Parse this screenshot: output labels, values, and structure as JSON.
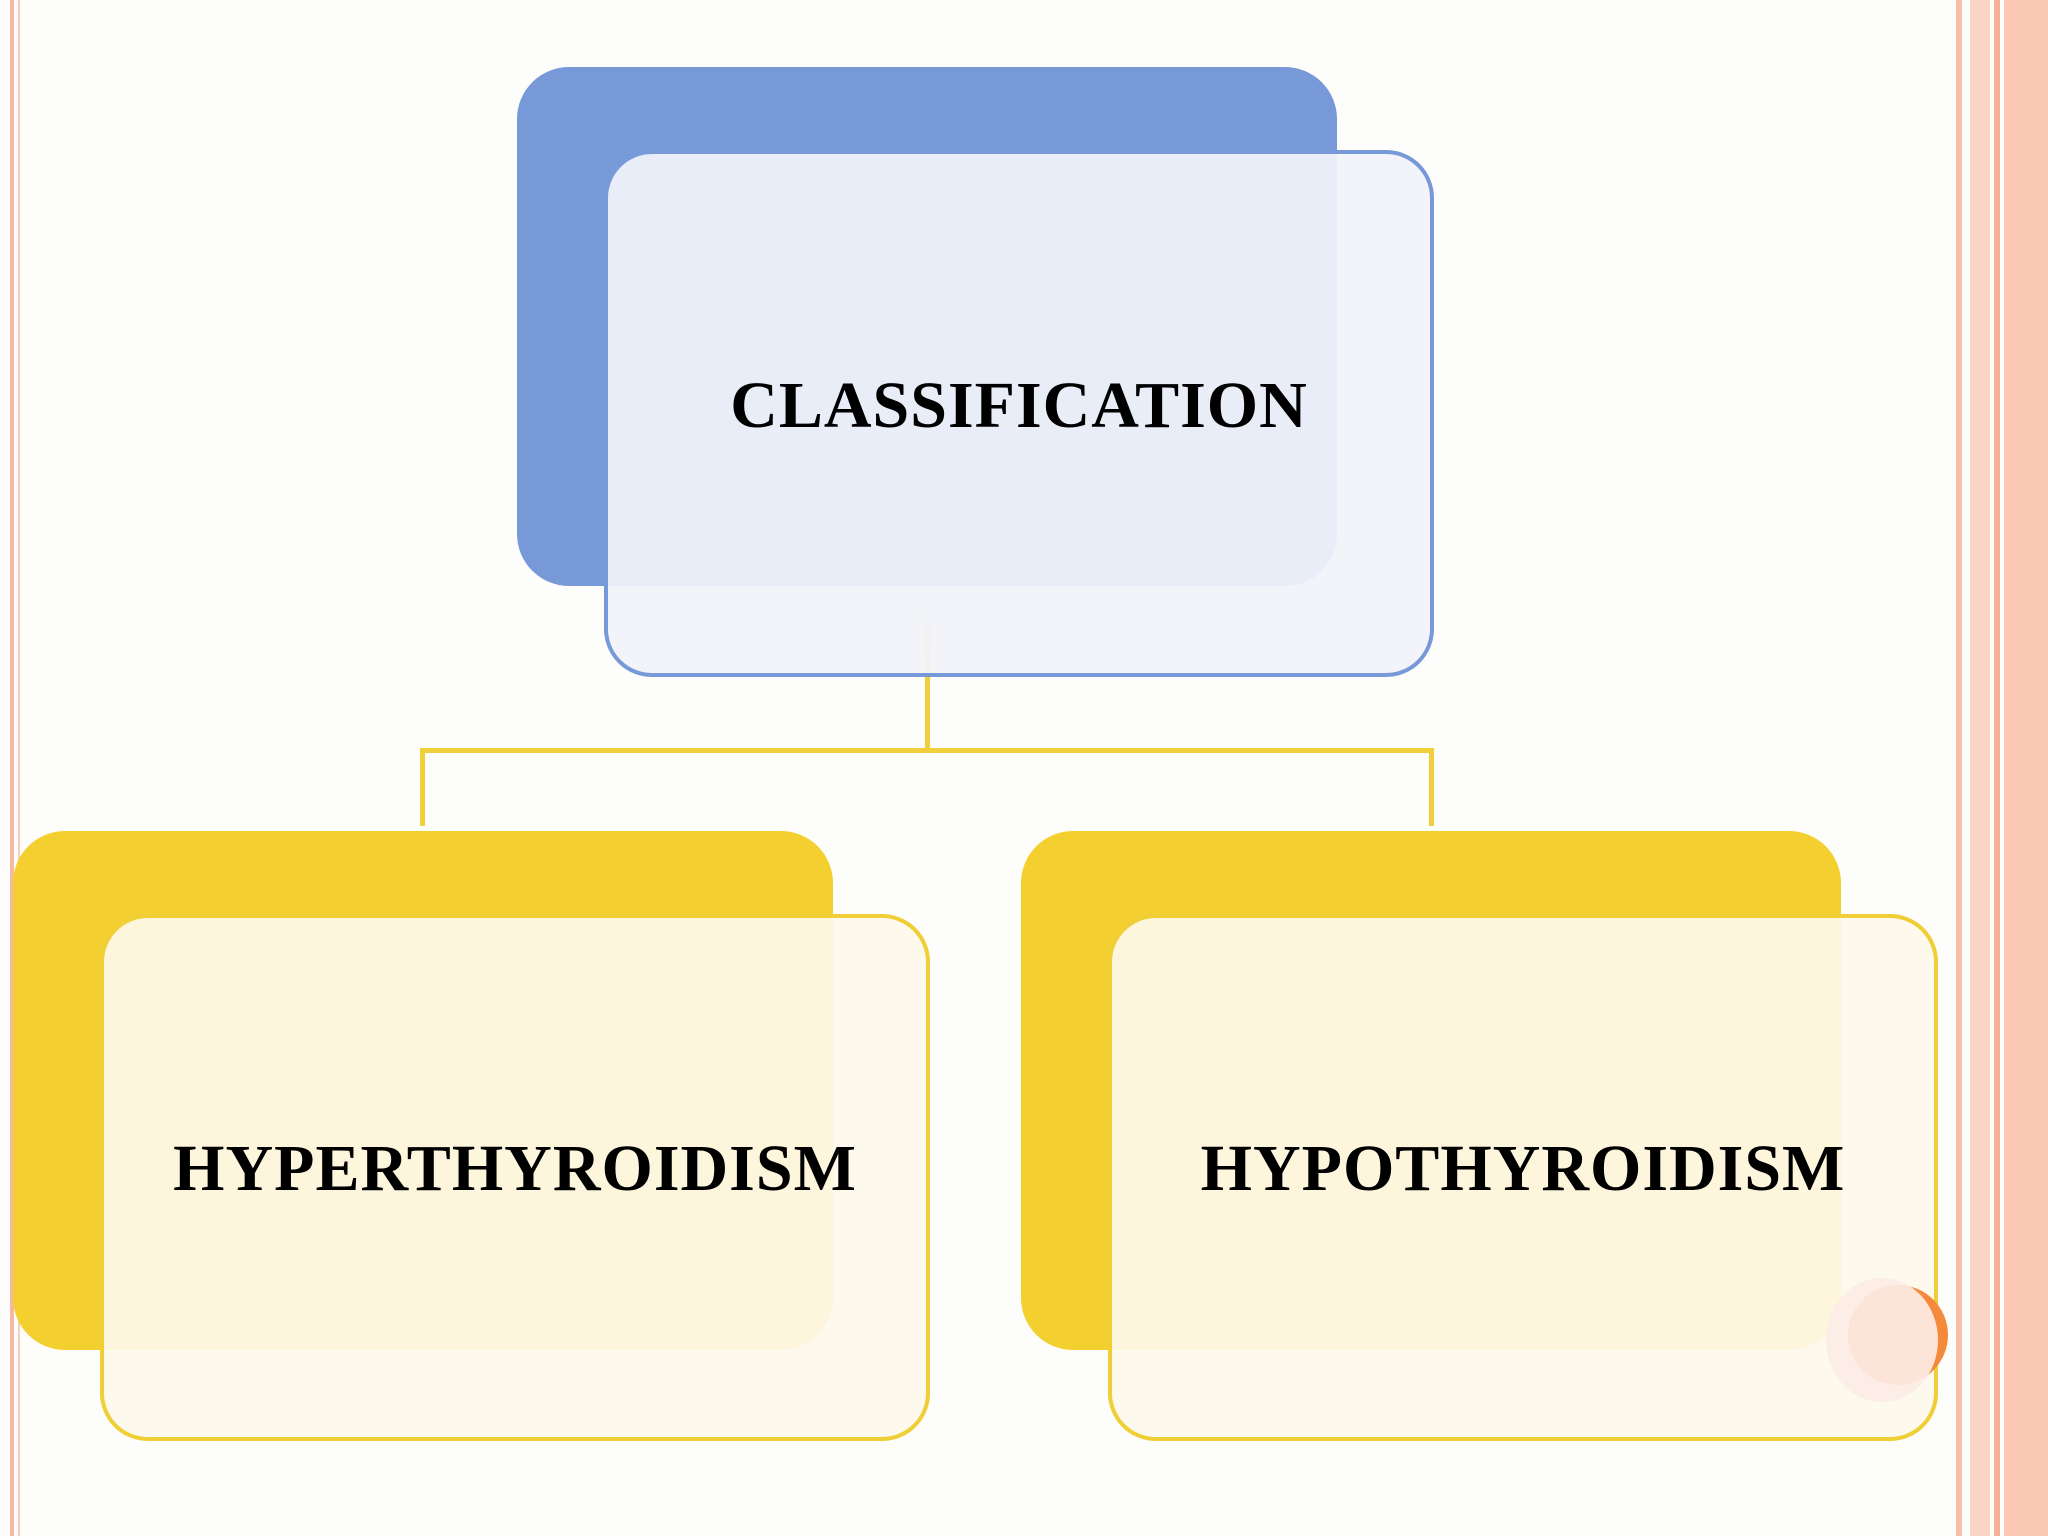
{
  "diagram": {
    "root": {
      "label": "CLASSIFICATION"
    },
    "children": [
      {
        "label": "HYPERTHYROIDISM"
      },
      {
        "label": "HYPOTHYROIDISM"
      }
    ]
  },
  "colors": {
    "root_back": "#7799d8",
    "root_front_fill": "#eff1f9",
    "root_front_border": "#7799d8",
    "child_back": "#f4cf30",
    "child_front_fill": "#fcf7e8",
    "child_front_border": "#f0cf36",
    "connector": "#f0d03a",
    "frame_accent": "#f7b49a",
    "page_marker": "#f58a3c"
  }
}
